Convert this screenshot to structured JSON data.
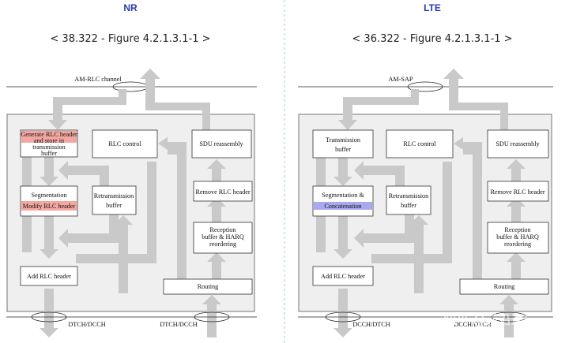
{
  "nr": {
    "title": "NR",
    "subtitle": "< 38.322 - Figure 4.2.1.3.1-1 >",
    "top_channel": "AM-RLC channel",
    "boxes": {
      "generate_l1": "Generate RLC header",
      "generate_l2": "and store in",
      "generate_l3": "transmission",
      "generate_l4": "buffer",
      "rlc_control": "RLC control",
      "sdu_reassembly": "SDU reassembly",
      "segmentation": "Segmentation",
      "modify_header": "Modify RLC header",
      "retx_l1": "Retransmission",
      "retx_l2": "buffer",
      "remove_header": "Remove RLC header",
      "reception_l1": "Reception",
      "reception_l2": "buffer & HARQ",
      "reception_l3": "reordering",
      "add_header": "Add RLC header",
      "routing": "Routing"
    },
    "bottom_left": "DTCH/DCCH",
    "bottom_right": "DTCH/DCCH"
  },
  "lte": {
    "title": "LTE",
    "subtitle": "< 36.322 - Figure 4.2.1.3.1-1 >",
    "top_channel": "AM-SAP",
    "boxes": {
      "tx_l1": "Transmission",
      "tx_l2": "buffer",
      "rlc_control": "RLC control",
      "sdu_reassembly": "SDU reassembly",
      "segmentation": "Segmentation &",
      "concatenation": "Concatenation",
      "retx_l1": "Retransmission",
      "retx_l2": "buffer",
      "remove_header": "Remove RLC header",
      "reception_l1": "Reception",
      "reception_l2": "buffer & HARQ",
      "reception_l3": "reordering",
      "add_header": "Add RLC header",
      "routing": "Routing"
    },
    "bottom_left": "DCCH/DTCH",
    "bottom_right": "DCCH/DTCH"
  },
  "watermark": "知乎 @前沿通信",
  "colors": {
    "title": "#2b3aa8",
    "nr_highlight": "#f4a7a0",
    "lte_highlight": "#a9a9f0",
    "arrow": "#c9c9c9",
    "panel": "#efefef"
  }
}
